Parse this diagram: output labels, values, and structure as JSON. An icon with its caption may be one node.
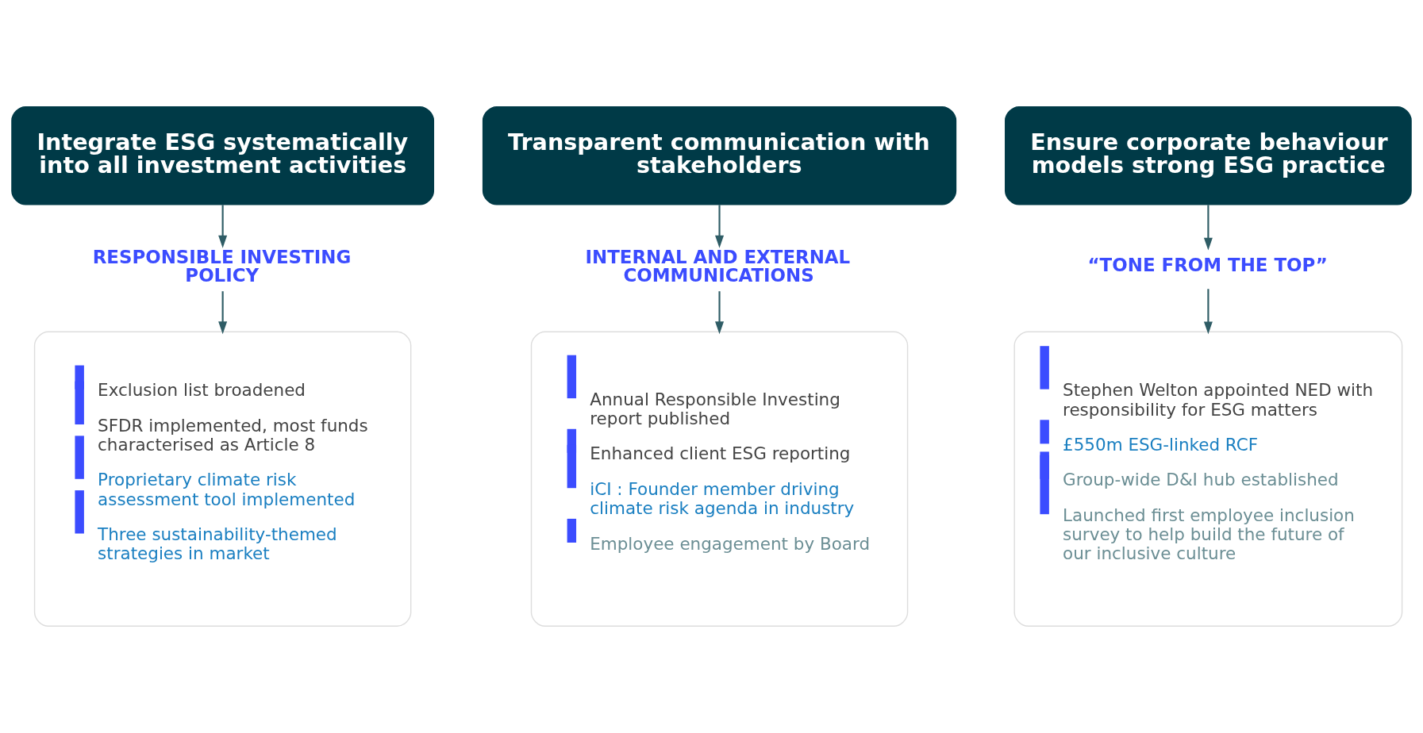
{
  "diagram": {
    "nodes": [
      {
        "text": [
          "Integrate ESG systematically into all investment activities"
        ]
      },
      {
        "text": [
          "Transparent communication with stakeholders"
        ]
      },
      {
        "text": [
          "Ensure corporate behaviour models strong ESG practice"
        ]
      },
      {
        "text": [
          "RESPONSIBLE INVESTING POLICY"
        ]
      },
      {
        "text": [
          "INTERNAL AND EXTERNAL COMMUNICATIONS"
        ]
      },
      {
        "text": [
          "“TONE FROM THE TOP”"
        ]
      },
      {
        "text": [
          "Exclusion list broadened",
          "SFDR implemented, most funds characterised as Article 8",
          "Proprietary climate risk assessment tool implemented",
          "Three sustainability-themed strategies in market"
        ]
      },
      {
        "text": [
          "Annual Responsible Investing report published",
          "Enhanced client ESG reporting",
          "iCI : Founder member driving climate risk agenda in industry",
          "Employee engagement by Board"
        ]
      },
      {
        "text": [
          "Stephen Welton appointed NED with responsibility for ESG matters",
          "£550m ESG-linked RCF",
          "Group-wide D&I hub established",
          "Launched first employee inclusion survey to help build the future of our inclusive culture"
        ]
      }
    ],
    "edges": [
      {
        "from": 0,
        "to": 3,
        "arrow": "to"
      },
      {
        "from": 3,
        "to": 6,
        "arrow": "to"
      },
      {
        "from": 1,
        "to": 4,
        "arrow": "to"
      },
      {
        "from": 4,
        "to": 7,
        "arrow": "to"
      },
      {
        "from": 2,
        "to": 5,
        "arrow": "to"
      },
      {
        "from": 5,
        "to": 8,
        "arrow": "to"
      }
    ]
  }
}
